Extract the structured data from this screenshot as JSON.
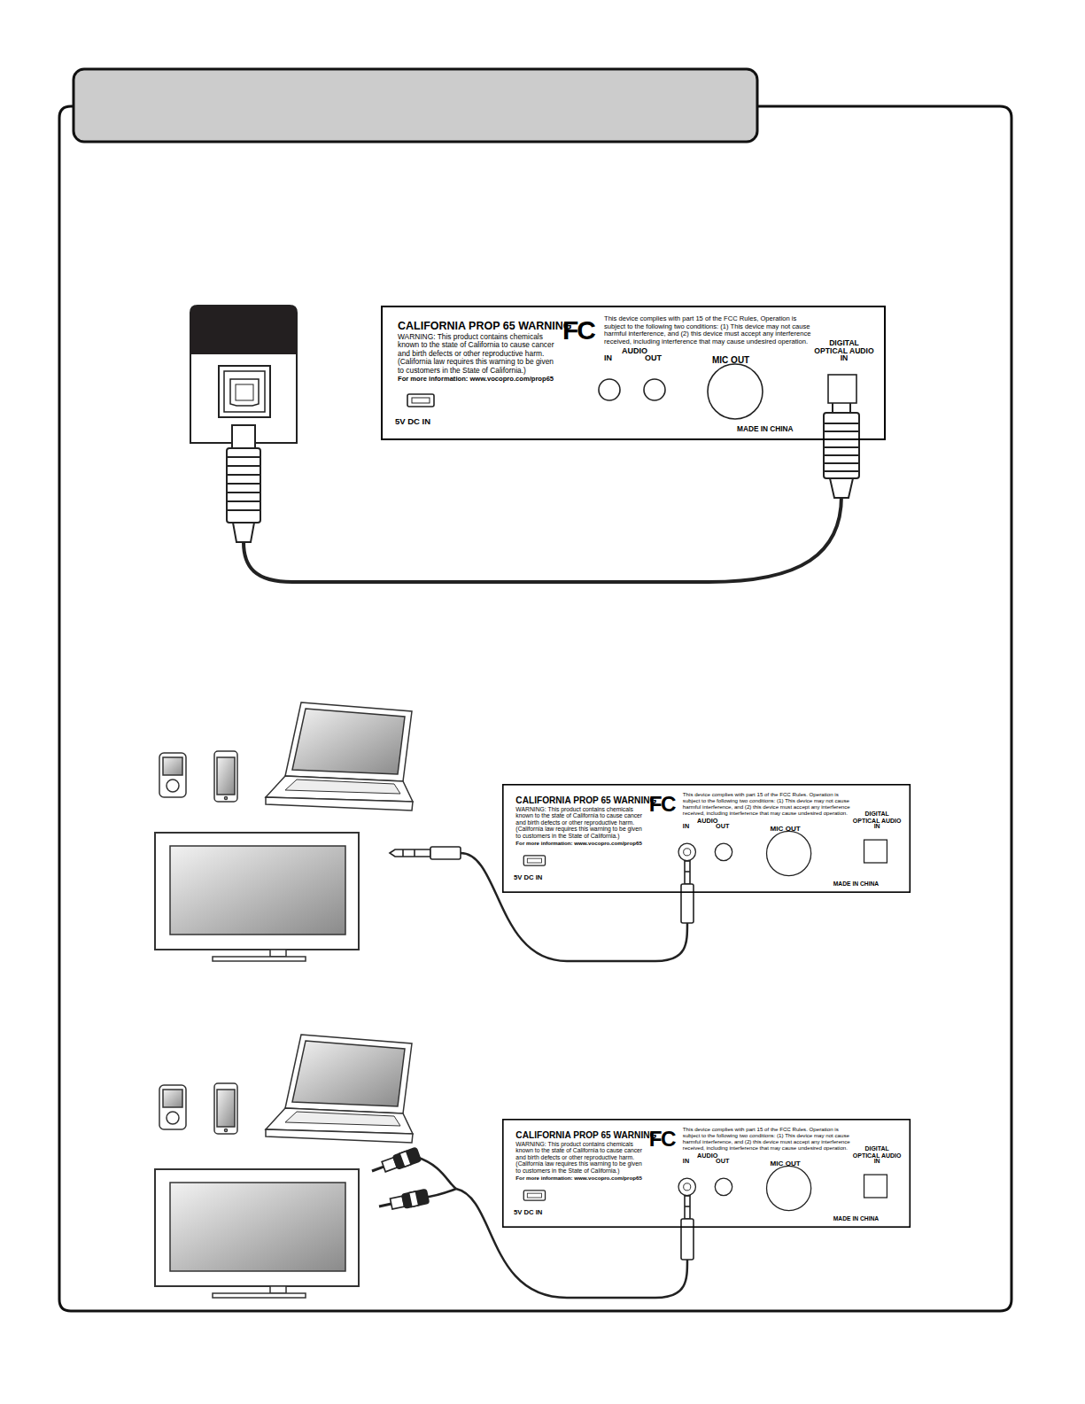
{
  "diagram": {
    "nodes": [
      {
        "text": [
          "CALIFORNIA PROP 65 WARNING",
          "WARNING: This product contains chemicals known to the state of California to cause cancer and birth defects or other reproductive harm. (California law requires this warning to be given to customers in the State of California.)",
          "For more information: www.vocopro.com/prop65",
          "FC",
          "This device complies with part 15 of the FCC Rules, Operation is subject to the following two conditions: (1) This device may not cause harmful interference, and (2) this device must accept any interference received, including interference that may cause undesired operation.",
          "AUDIO",
          "IN",
          "OUT",
          "MIC OUT",
          "DIGITAL OPTICAL AUDIO IN",
          "5V DC IN",
          "MADE IN CHINA"
        ]
      },
      {
        "text": [
          "CALIFORNIA PROP 65 WARNING",
          "WARNING: This product contains chemicals known to the state of California to cause cancer and birth defects or other reproductive harm. (California law requires this warning to be given to customers in the State of California.)",
          "For more information: www.vocopro.com/prop65",
          "FC",
          "This device complies with part 15 of the FCC Rules. Operation is subject to the following two conditions: (1) This device may not cause harmful interference, and (2) this device must accept any interference received, including interference that may cause undesired operation.",
          "AUDIO",
          "IN",
          "OUT",
          "MIC OUT",
          "DIGITAL OPTICAL AUDIO IN",
          "5V DC IN",
          "MADE IN CHINA"
        ]
      },
      {
        "text": [
          "CALIFORNIA PROP 65 WARNING",
          "WARNING: This product contains chemicals known to the state of California to cause cancer and birth defects or other reproductive harm. (California law requires this warning to be given to customers in the State of California.)",
          "For more information: www.vocopro.com/prop65",
          "FC",
          "This device complies with part 15 of the FCC Rules. Operation is subject to the following two conditions: (1) This device may not cause harmful interference, and (2) this device must accept any interference received, including interference that may cause undesired operation.",
          "AUDIO",
          "IN",
          "OUT",
          "MIC OUT",
          "DIGITAL OPTICAL AUDIO IN",
          "5V DC IN",
          "MADE IN CHINA"
        ]
      }
    ]
  }
}
